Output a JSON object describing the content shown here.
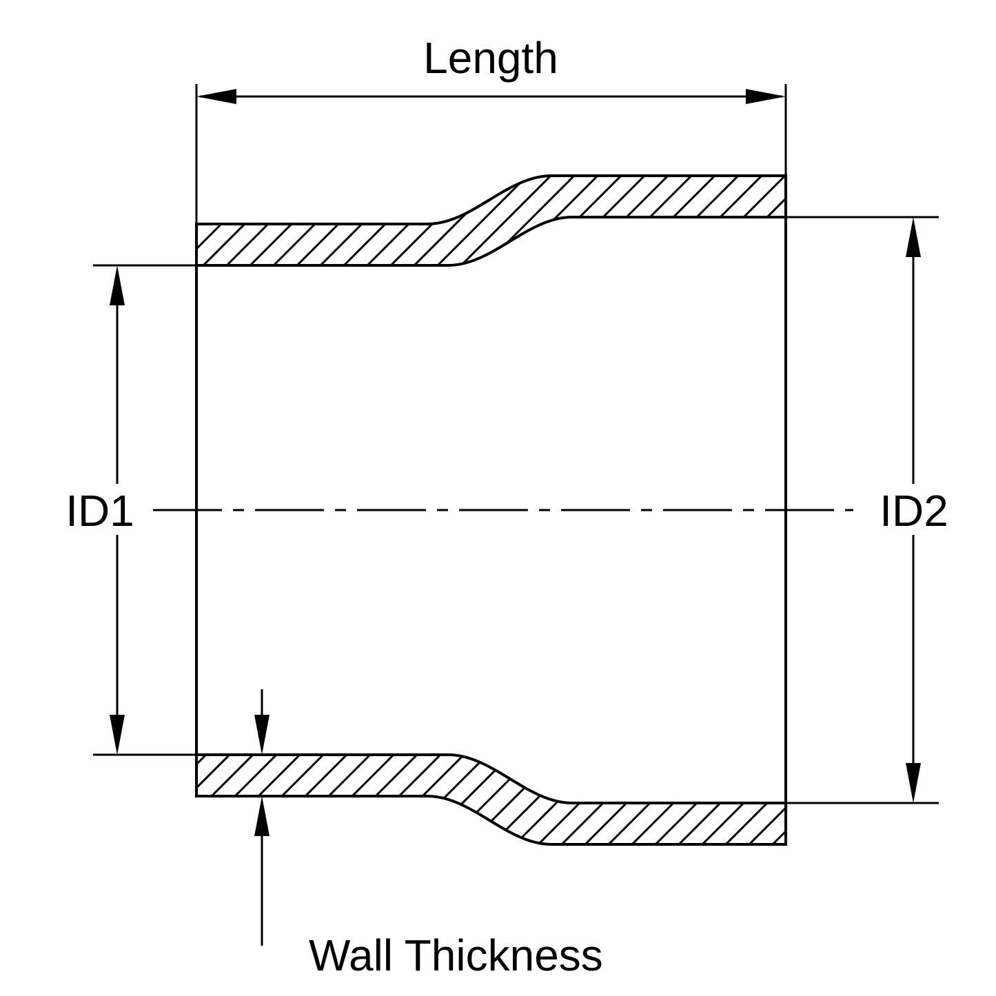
{
  "diagram": {
    "labels": {
      "length": "Length",
      "id1": "ID1",
      "id2": "ID2",
      "wall_thickness": "Wall Thickness"
    },
    "colors": {
      "line": "#000000",
      "background": "#ffffff"
    }
  }
}
